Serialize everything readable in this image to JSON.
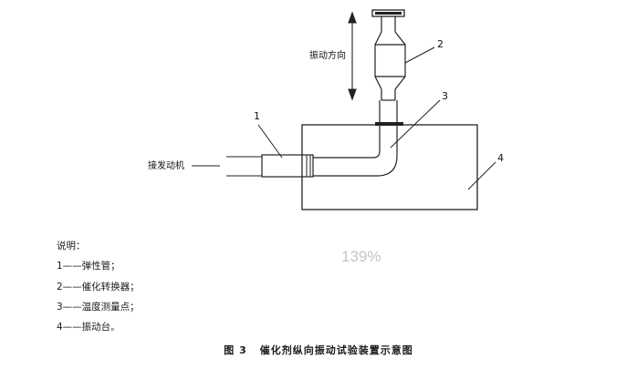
{
  "diagram": {
    "labels": {
      "callout_1": "1",
      "callout_2": "2",
      "callout_3": "3",
      "callout_4": "4",
      "engine": "接发动机",
      "vibration_direction": "振动方向"
    }
  },
  "legend": {
    "title": "说明：",
    "items": [
      "1——弹性管；",
      "2——催化转换器；",
      "3——温度测量点；",
      "4——振动台。"
    ]
  },
  "watermark": "139%",
  "caption": {
    "number": "图 3",
    "text": "催化剂纵向振动试验装置示意图"
  }
}
